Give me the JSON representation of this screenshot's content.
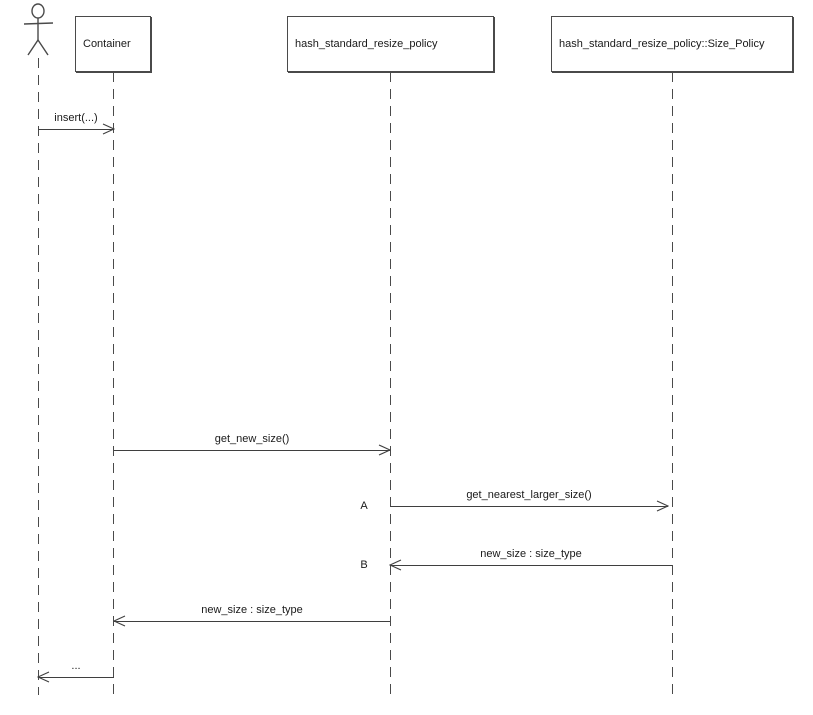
{
  "diagram": {
    "type": "uml-sequence-diagram",
    "boxes": [
      {
        "label": "Container"
      },
      {
        "label": "hash_standard_resize_policy"
      },
      {
        "label": "hash_standard_resize_policy::Size_Policy"
      }
    ],
    "messages": [
      {
        "label": "insert(...)",
        "from": "actor",
        "to": "Container",
        "direction": "right"
      },
      {
        "label": "get_new_size()",
        "from": "Container",
        "to": "hash_standard_resize_policy",
        "direction": "right"
      },
      {
        "label": "get_nearest_larger_size()",
        "from": "hash_standard_resize_policy",
        "marker": "A",
        "to": "hash_standard_resize_policy::Size_Policy",
        "direction": "right"
      },
      {
        "label": "new_size : size_type",
        "from": "hash_standard_resize_policy::Size_Policy",
        "marker": "B",
        "to": "hash_standard_resize_policy",
        "direction": "left"
      },
      {
        "label": "new_size : size_type",
        "from": "hash_standard_resize_policy",
        "to": "Container",
        "direction": "left"
      },
      {
        "label": "...",
        "from": "Container",
        "to": "actor",
        "direction": "left"
      }
    ],
    "colors": {
      "background": "#ffffff",
      "line": "#3f3f3f",
      "text": "#1a1a1a"
    }
  }
}
